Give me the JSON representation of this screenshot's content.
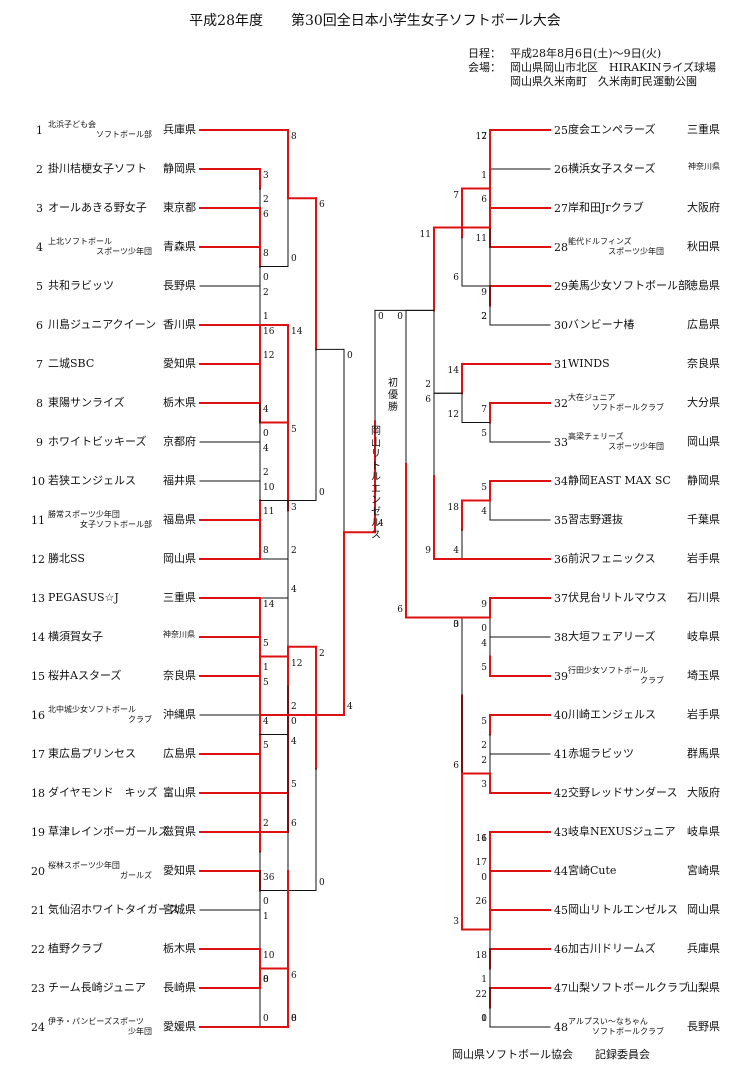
{
  "title": "平成28年度　　第30回全日本小学生女子ソフトボール大会",
  "info": {
    "schedule_label": "日程：",
    "schedule": "平成28年8月6日(土)～9日(火)",
    "venue_label": "会場：",
    "venue1": "岡山県岡山市北区　HIRAKINライズ球場",
    "venue2": "岡山県久米南町　久米南町民運動公園"
  },
  "champion_label": "初優勝",
  "champion": "岡山リトルエンゼルス",
  "footer": "岡山県ソフトボール協会　　記録委員会",
  "teams": [
    {
      "no": "1",
      "name": [
        "北浜子ども会",
        "ソフトボール部"
      ],
      "pref": "兵庫県"
    },
    {
      "no": "2",
      "name": [
        "掛川桔梗女子ソフト"
      ],
      "pref": "静岡県"
    },
    {
      "no": "3",
      "name": [
        "オールあきる野女子"
      ],
      "pref": "東京都"
    },
    {
      "no": "4",
      "name": [
        "上北ソフトボール",
        "スポーツ少年団"
      ],
      "pref": "青森県"
    },
    {
      "no": "5",
      "name": [
        "共和ラビッツ"
      ],
      "pref": "長野県"
    },
    {
      "no": "6",
      "name": [
        "川島ジュニアクイーン"
      ],
      "pref": "香川県"
    },
    {
      "no": "7",
      "name": [
        "二城SBC"
      ],
      "pref": "愛知県"
    },
    {
      "no": "8",
      "name": [
        "東陽サンライズ"
      ],
      "pref": "栃木県"
    },
    {
      "no": "9",
      "name": [
        "ホワイトビッキーズ"
      ],
      "pref": "京都府"
    },
    {
      "no": "10",
      "name": [
        "若狭エンジェルス"
      ],
      "pref": "福井県"
    },
    {
      "no": "11",
      "name": [
        "勝常スポーツ少年団",
        "女子ソフトボール部"
      ],
      "pref": "福島県"
    },
    {
      "no": "12",
      "name": [
        "勝北SS"
      ],
      "pref": "岡山県"
    },
    {
      "no": "13",
      "name": [
        "PEGASUS☆J"
      ],
      "pref": "三重県"
    },
    {
      "no": "14",
      "name": [
        "横須賀女子"
      ],
      "pref": "神奈川県"
    },
    {
      "no": "15",
      "name": [
        "桜井Aスターズ"
      ],
      "pref": "奈良県"
    },
    {
      "no": "16",
      "name": [
        "北中城少女ソフトボール",
        "クラブ"
      ],
      "pref": "沖縄県"
    },
    {
      "no": "17",
      "name": [
        "東広島プリンセス"
      ],
      "pref": "広島県"
    },
    {
      "no": "18",
      "name": [
        "ダイヤモンド　キッズ"
      ],
      "pref": "富山県"
    },
    {
      "no": "19",
      "name": [
        "草津レインボーガールズ"
      ],
      "pref": "滋賀県"
    },
    {
      "no": "20",
      "name": [
        "桜林スポーツ少年団",
        "ガールズ"
      ],
      "pref": "愛知県"
    },
    {
      "no": "21",
      "name": [
        "気仙沼ホワイトタイガース"
      ],
      "pref": "宮城県"
    },
    {
      "no": "22",
      "name": [
        "植野クラブ"
      ],
      "pref": "栃木県"
    },
    {
      "no": "23",
      "name": [
        "チーム長崎ジュニア"
      ],
      "pref": "長崎県"
    },
    {
      "no": "24",
      "name": [
        "伊予・パンビーズスポーツ",
        "少年団"
      ],
      "pref": "愛媛県"
    },
    {
      "no": "25",
      "name": [
        "度会エンペラーズ"
      ],
      "pref": "三重県"
    },
    {
      "no": "26",
      "name": [
        "横浜女子スターズ"
      ],
      "pref": "神奈川県"
    },
    {
      "no": "27",
      "name": [
        "岸和田Jrクラブ"
      ],
      "pref": "大阪府"
    },
    {
      "no": "28",
      "name": [
        "能代ドルフィンズ",
        "スポーツ少年団"
      ],
      "pref": "秋田県"
    },
    {
      "no": "29",
      "name": [
        "美馬少女ソフトボール部"
      ],
      "pref": "徳島県"
    },
    {
      "no": "30",
      "name": [
        "バンビーナ椿"
      ],
      "pref": "広島県"
    },
    {
      "no": "31",
      "name": [
        "WINDS"
      ],
      "pref": "奈良県"
    },
    {
      "no": "32",
      "name": [
        "大在ジュニア",
        "ソフトボールクラブ"
      ],
      "pref": "大分県"
    },
    {
      "no": "33",
      "name": [
        "高梁チェリーズ",
        "スポーツ少年団"
      ],
      "pref": "岡山県"
    },
    {
      "no": "34",
      "name": [
        "静岡EAST MAX SC"
      ],
      "pref": "静岡県"
    },
    {
      "no": "35",
      "name": [
        "習志野選抜"
      ],
      "pref": "千葉県"
    },
    {
      "no": "36",
      "name": [
        "前沢フェニックス"
      ],
      "pref": "岩手県"
    },
    {
      "no": "37",
      "name": [
        "伏見台リトルマウス"
      ],
      "pref": "石川県"
    },
    {
      "no": "38",
      "name": [
        "大垣フェアリーズ"
      ],
      "pref": "岐阜県"
    },
    {
      "no": "39",
      "name": [
        "行田少女ソフトボール",
        "クラブ"
      ],
      "pref": "埼玉県"
    },
    {
      "no": "40",
      "name": [
        "川崎エンジェルス"
      ],
      "pref": "岩手県"
    },
    {
      "no": "41",
      "name": [
        "赤堀ラビッツ"
      ],
      "pref": "群馬県"
    },
    {
      "no": "42",
      "name": [
        "交野レッドサンダース"
      ],
      "pref": "大阪府"
    },
    {
      "no": "43",
      "name": [
        "岐阜NEXUSジュニア"
      ],
      "pref": "岐阜県"
    },
    {
      "no": "44",
      "name": [
        "宮崎Cute"
      ],
      "pref": "宮崎県"
    },
    {
      "no": "45",
      "name": [
        "岡山リトルエンゼルス"
      ],
      "pref": "岡山県"
    },
    {
      "no": "46",
      "name": [
        "加古川ドリームズ"
      ],
      "pref": "兵庫県"
    },
    {
      "no": "47",
      "name": [
        "山梨ソフトボールクラブ"
      ],
      "pref": "山梨県"
    },
    {
      "no": "48",
      "name": [
        "アルプスい～なちゃん",
        "ソフトボールクラブ"
      ],
      "pref": "長野県"
    }
  ],
  "matches": [
    {
      "t": [
        2,
        3
      ],
      "s": [
        "3",
        "2"
      ]
    },
    {
      "t": [
        1,
        0
      ],
      "s": [
        "2",
        "14"
      ]
    },
    {
      "t": [
        4,
        5
      ],
      "s": [
        "8",
        "0"
      ]
    },
    {
      "t": [
        3,
        6
      ],
      "s": [
        "6",
        "1"
      ]
    },
    {
      "t": [
        8,
        9
      ],
      "s": [
        "4",
        "0"
      ]
    },
    {
      "t": [
        7,
        5
      ],
      "s": [
        "12",
        "2"
      ]
    },
    {
      "t": [
        10,
        11
      ],
      "s": [
        "10",
        "11"
      ]
    },
    {
      "t": [
        7,
        12
      ],
      "s": [
        "14",
        "2"
      ]
    },
    {
      "t": [
        14,
        15
      ],
      "s": [
        "5",
        "1"
      ]
    },
    {
      "t": [
        13,
        8
      ],
      "s": [
        "4",
        "5"
      ]
    },
    {
      "t": [
        16,
        17
      ],
      "s": [
        "4",
        "5"
      ]
    },
    {
      "t": [
        11,
        18
      ],
      "s": [
        "3",
        "5"
      ]
    },
    {
      "t": [
        20,
        21
      ],
      "s": [
        "36",
        "0"
      ]
    },
    {
      "t": [
        19,
        13
      ],
      "s": [
        "2",
        "14"
      ]
    },
    {
      "t": [
        22,
        23
      ],
      "s": [
        "10",
        "0"
      ]
    },
    {
      "t": [
        15,
        24
      ],
      "s": [
        "5",
        "0"
      ]
    },
    {
      "t": [
        1,
        4
      ],
      "s": [
        "8",
        "0"
      ]
    },
    {
      "t": [
        6,
        10
      ],
      "s": [
        "16",
        "2"
      ]
    },
    {
      "t": [
        9,
        12
      ],
      "s": [
        "4",
        "8"
      ]
    },
    {
      "t": [
        14,
        16
      ],
      "s": [
        "12",
        "2"
      ]
    },
    {
      "t": [
        17,
        19
      ],
      "s": [
        "4",
        "6"
      ]
    },
    {
      "t": [
        18,
        20
      ],
      "s": [
        "2",
        "0"
      ]
    },
    {
      "t": [
        21,
        23
      ],
      "s": [
        "1",
        "8"
      ]
    },
    {
      "t": [
        22,
        24
      ],
      "s": [
        "6",
        "0"
      ]
    },
    {
      "t": [
        26,
        27
      ],
      "s": [
        "1",
        "6"
      ]
    },
    {
      "t": [
        25,
        28
      ],
      "s": [
        "2",
        "11"
      ]
    },
    {
      "t": [
        28,
        29
      ],
      "s": [
        "7",
        "6"
      ]
    },
    {
      "t": [
        29,
        30
      ],
      "s": [
        "9",
        "2"
      ]
    },
    {
      "t": [
        32,
        33
      ],
      "s": [
        "7",
        "5"
      ]
    },
    {
      "t": [
        31,
        32
      ],
      "s": [
        "14",
        "12"
      ]
    },
    {
      "t": [
        34,
        35
      ],
      "s": [
        "5",
        "4"
      ]
    },
    {
      "t": [
        34,
        36
      ],
      "s": [
        "18",
        "4"
      ]
    },
    {
      "t": [
        38,
        39
      ],
      "s": [
        "4",
        "5"
      ]
    },
    {
      "t": [
        37,
        38
      ],
      "s": [
        "9",
        "0"
      ]
    },
    {
      "t": [
        40,
        41
      ],
      "s": [
        "5",
        "2"
      ]
    },
    {
      "t": [
        41,
        42
      ],
      "s": [
        "2",
        "3"
      ]
    },
    {
      "t": [
        44,
        45
      ],
      "s": [
        "0",
        "26"
      ]
    },
    {
      "t": [
        43,
        44
      ],
      "s": [
        "1",
        "17"
      ]
    },
    {
      "t": [
        46,
        47
      ],
      "s": [
        "18",
        "1"
      ]
    },
    {
      "t": [
        47,
        48
      ],
      "s": [
        "22",
        "1"
      ]
    },
    {
      "t": [
        25,
        30
      ],
      "s": [
        "17",
        "2"
      ]
    },
    {
      "t": [
        31,
        36
      ],
      "s": [
        "6",
        "9"
      ]
    },
    {
      "t": [
        37,
        42
      ],
      "s": [
        "3",
        "6"
      ]
    },
    {
      "t": [
        43,
        48
      ],
      "s": [
        "16",
        "0"
      ]
    },
    {
      "t": [
        25,
        31
      ],
      "s": [
        "11",
        "2"
      ]
    },
    {
      "t": [
        37,
        43
      ],
      "s": [
        "0",
        "3"
      ]
    },
    {
      "t": [
        1,
        12
      ],
      "s": [
        "6",
        "0"
      ]
    },
    {
      "t": [
        13,
        24
      ],
      "s": [
        "0",
        "8"
      ]
    },
    {
      "t": [
        25,
        37
      ],
      "s": [
        "0",
        "6"
      ]
    },
    {
      "t": [
        1,
        13
      ],
      "s": [
        "0",
        "4"
      ]
    },
    {
      "t": [
        25,
        13
      ],
      "s": [
        "0",
        "4"
      ]
    }
  ]
}
